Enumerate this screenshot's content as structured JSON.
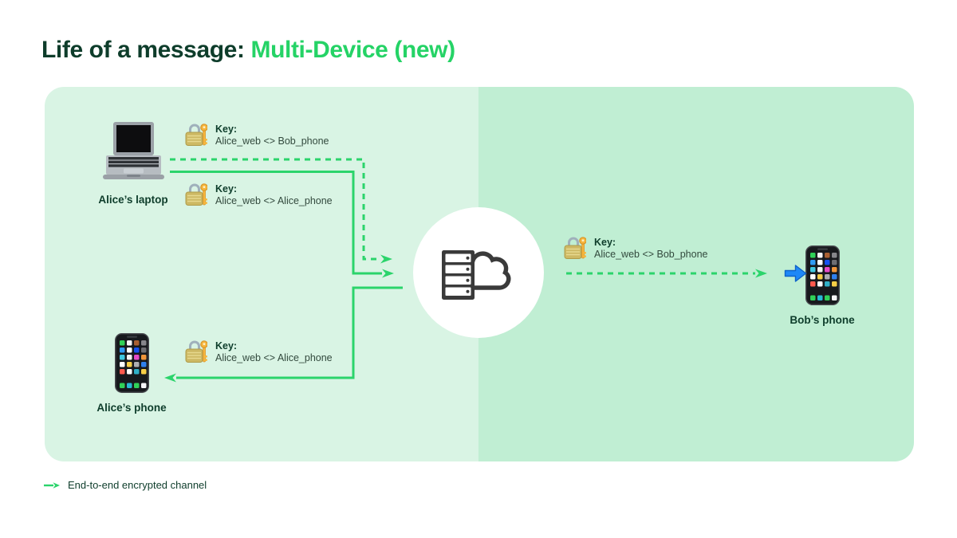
{
  "title": {
    "prefix": "Life of a message: ",
    "accent": "Multi-Device (new)"
  },
  "colors": {
    "title-dark": "#0e3d2b",
    "accent-green": "#25d366",
    "arrow-green": "#2bd46b",
    "panel-left": "#d9f4e4",
    "panel-right": "#c0eed3",
    "key-text": "#32493d",
    "blue-arrow": "#1e88f7",
    "icon-dark": "#3a3a3a"
  },
  "nodes": {
    "alice_laptop": {
      "label": "Alice’s laptop",
      "icon": "laptop-icon"
    },
    "alice_phone": {
      "label": "Alice’s phone",
      "icon": "phone-icon"
    },
    "bob_phone": {
      "label": "Bob’s phone",
      "icon": "phone-icon"
    },
    "server": {
      "icon": "server-cloud-icon"
    }
  },
  "keys": [
    {
      "label": "Key:",
      "value": "Alice_web <> Bob_phone"
    },
    {
      "label": "Key:",
      "value": "Alice_web <> Alice_phone"
    },
    {
      "label": "Key:",
      "value": "Alice_web <> Alice_phone"
    },
    {
      "label": "Key:",
      "value": "Alice_web <> Bob_phone"
    }
  ],
  "legend": {
    "label": "End-to-end encrypted channel",
    "icon": "green-arrow-icon"
  }
}
